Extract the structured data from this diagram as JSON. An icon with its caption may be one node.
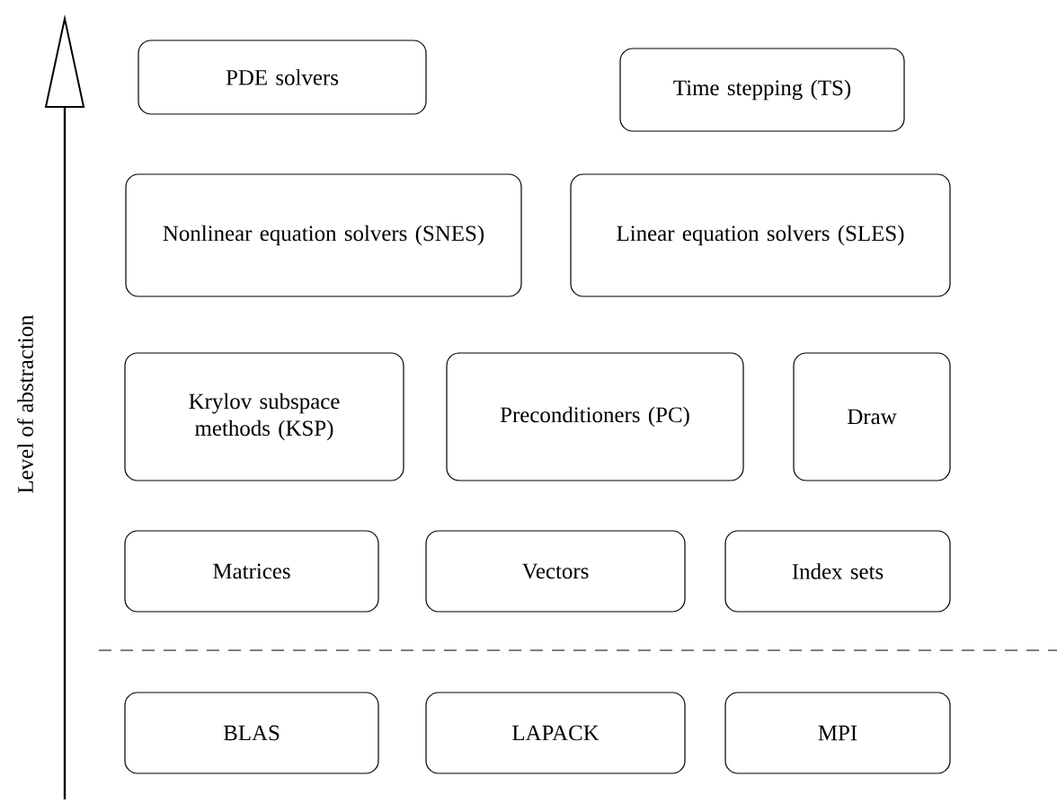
{
  "diagram": {
    "nodes": [
      {
        "text": [
          "PDE solvers"
        ]
      },
      {
        "text": [
          "Time stepping (TS)"
        ]
      },
      {
        "text": [
          "Nonlinear equation solvers (SNES)"
        ]
      },
      {
        "text": [
          "Linear equation solvers (SLES)"
        ]
      },
      {
        "text": [
          "Krylov subspace methods (KSP)"
        ]
      },
      {
        "text": [
          "Preconditioners (PC)"
        ]
      },
      {
        "text": [
          "Draw"
        ]
      },
      {
        "text": [
          "Matrices"
        ]
      },
      {
        "text": [
          "Vectors"
        ]
      },
      {
        "text": [
          "Index sets"
        ]
      },
      {
        "text": [
          "BLAS"
        ]
      },
      {
        "text": [
          "LAPACK"
        ]
      },
      {
        "text": [
          "MPI"
        ]
      }
    ],
    "labels": [
      "Level of abstraction"
    ]
  }
}
